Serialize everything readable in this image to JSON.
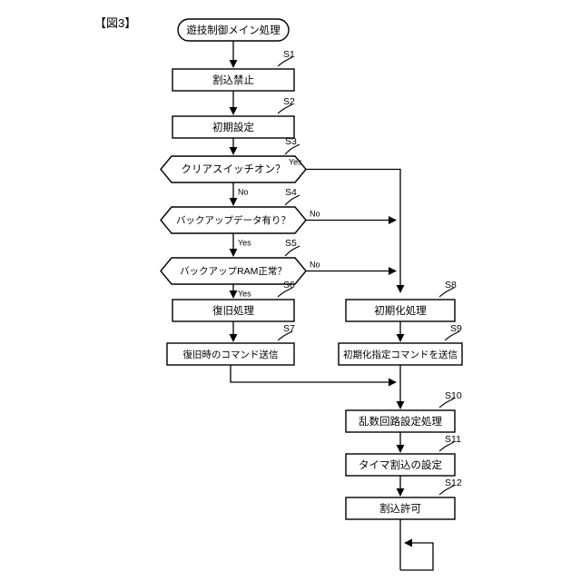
{
  "figure": {
    "label": "【図3】"
  },
  "flowchart": {
    "type": "flowchart",
    "title": "遊技制御メイン処理",
    "start": {
      "id": "start",
      "shape": "terminal",
      "label": "遊技制御メイン処理"
    },
    "nodes": [
      {
        "id": "S1",
        "step": "S1",
        "shape": "process",
        "label": "割込禁止"
      },
      {
        "id": "S2",
        "step": "S2",
        "shape": "process",
        "label": "初期設定"
      },
      {
        "id": "S3",
        "step": "S3",
        "shape": "decision",
        "label": "クリアスイッチオン？",
        "yes": "Yes",
        "no": "No"
      },
      {
        "id": "S4",
        "step": "S4",
        "shape": "decision",
        "label": "バックアップデータ有り？",
        "yes": "Yes",
        "no": "No"
      },
      {
        "id": "S5",
        "step": "S5",
        "shape": "decision",
        "label": "バックアップRAM正常？",
        "yes": "Yes",
        "no": "No"
      },
      {
        "id": "S6",
        "step": "S6",
        "shape": "process",
        "label": "復旧処理"
      },
      {
        "id": "S7",
        "step": "S7",
        "shape": "process",
        "label": "復旧時のコマンド送信"
      },
      {
        "id": "S8",
        "step": "S8",
        "shape": "process",
        "label": "初期化処理"
      },
      {
        "id": "S9",
        "step": "S9",
        "shape": "process",
        "label": "初期化指定コマンドを送信"
      },
      {
        "id": "S10",
        "step": "S10",
        "shape": "process",
        "label": "乱数回路設定処理"
      },
      {
        "id": "S11",
        "step": "S11",
        "shape": "process",
        "label": "タイマ割込の設定"
      },
      {
        "id": "S12",
        "step": "S12",
        "shape": "process",
        "label": "割込許可"
      }
    ],
    "branch_labels": {
      "s3_yes": "Yes",
      "s3_no": "No",
      "s4_yes": "Yes",
      "s4_no": "No",
      "s5_yes": "Yes",
      "s5_no": "No"
    },
    "colors": {
      "stroke": "#000000",
      "fill": "#ffffff",
      "background": "#ffffff"
    }
  }
}
